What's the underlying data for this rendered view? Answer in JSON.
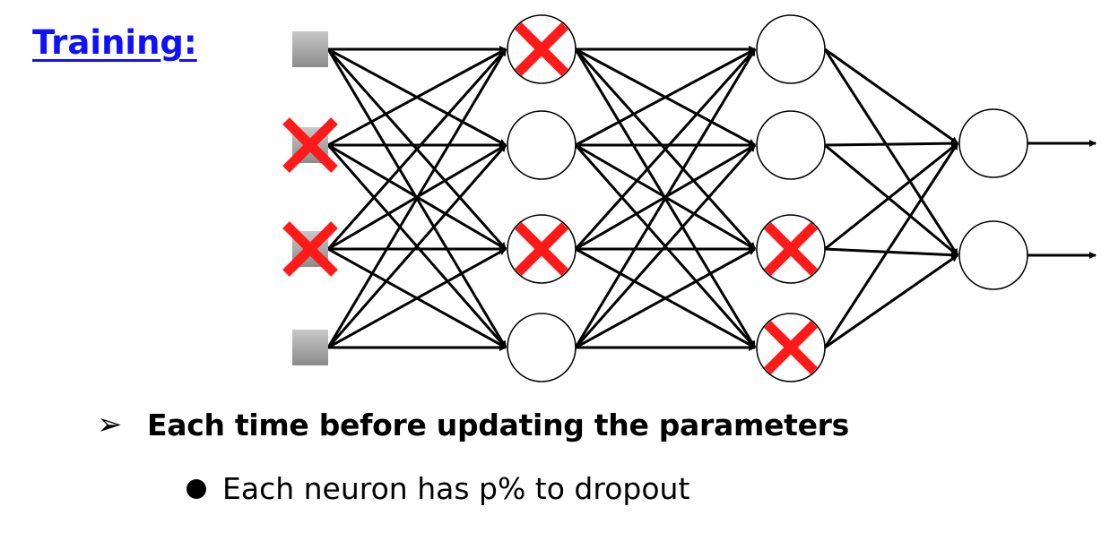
{
  "title": "Training:",
  "bullets": [
    {
      "marker": "➢",
      "text": "Each time before updating the parameters"
    },
    {
      "marker": "●",
      "text": "Each neuron has p% to dropout"
    }
  ],
  "network": {
    "layers": [
      {
        "role": "input",
        "shape": "square",
        "size": 4,
        "dropped": [
          1,
          2
        ]
      },
      {
        "role": "hidden",
        "shape": "circle",
        "size": 4,
        "dropped": [
          0,
          2
        ]
      },
      {
        "role": "hidden",
        "shape": "circle",
        "size": 4,
        "dropped": [
          2,
          3
        ]
      },
      {
        "role": "output",
        "shape": "circle",
        "size": 2,
        "dropped": []
      }
    ],
    "colors": {
      "input_fill": "#a0a0a0",
      "node_fill": "#ffffff",
      "edge": "#000000",
      "dropout_mark": "#ff1a1a",
      "title": "#1010ff"
    }
  }
}
